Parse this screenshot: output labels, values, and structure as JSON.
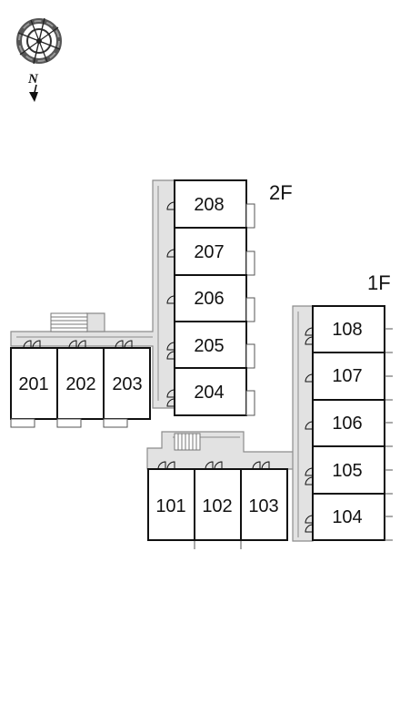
{
  "compass": {
    "north_label": "N",
    "icon": "compass-rose-icon"
  },
  "floors": [
    {
      "id": "2F",
      "label": "2F",
      "rooms": [
        "201",
        "202",
        "203",
        "204",
        "205",
        "206",
        "207",
        "208"
      ]
    },
    {
      "id": "1F",
      "label": "1F",
      "rooms": [
        "101",
        "102",
        "103",
        "104",
        "105",
        "106",
        "107",
        "108"
      ]
    }
  ],
  "colors": {
    "corridor_fill": "#e2e2e2",
    "corridor_stroke": "#8c8c8c",
    "room_stroke": "#111111",
    "room_fill": "#ffffff"
  }
}
